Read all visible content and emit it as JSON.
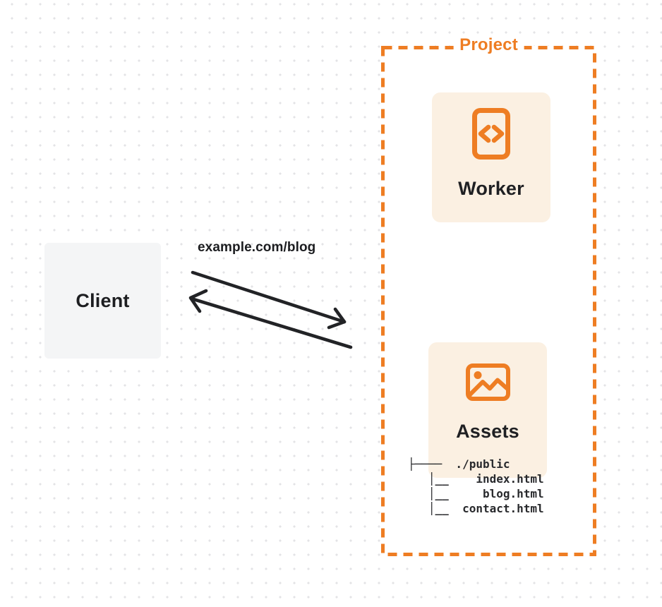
{
  "colors": {
    "orange": "#ee7d23",
    "card_bg": "#fbf0e2",
    "client_bg": "#f4f5f6",
    "ink": "#222326",
    "dot": "#e3e3e6"
  },
  "client": {
    "label": "Client"
  },
  "request": {
    "url": "example.com/blog"
  },
  "project": {
    "label": "Project",
    "worker": {
      "label": "Worker",
      "icon": "code-file-icon"
    },
    "assets": {
      "label": "Assets",
      "icon": "image-icon"
    },
    "file_tree": {
      "root": "./public",
      "files": [
        "index.html",
        "blog.html",
        "contact.html"
      ],
      "lines": [
        "├────  ./public",
        "   │__    index.html",
        "   │__     blog.html",
        "   │__  contact.html"
      ]
    }
  }
}
